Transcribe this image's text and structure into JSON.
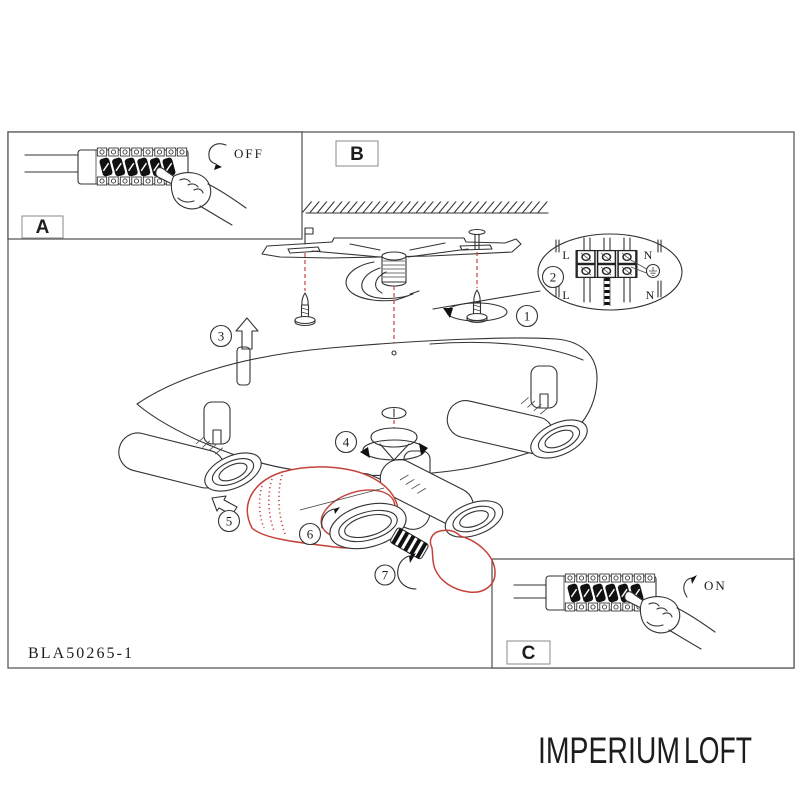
{
  "document": {
    "product_code": "BLA50265-1",
    "type": "ceiling-spotlight installation instructions"
  },
  "brand": {
    "name_primary": "IMPERIUM",
    "name_secondary": "LOFT",
    "primary_color": "#9a9a9c",
    "secondary_color": "#f1a3a7"
  },
  "panels": {
    "a": {
      "label": "A",
      "switch_state": "OFF"
    },
    "b": {
      "label": "B"
    },
    "c": {
      "label": "C",
      "switch_state": "ON"
    }
  },
  "steps": [
    "1",
    "2",
    "3",
    "4",
    "5",
    "6",
    "7"
  ],
  "wiring": {
    "live_label": "L",
    "neutral_label": "N",
    "earth_icon": "ground-symbol"
  },
  "colors": {
    "accent_red": "#c4423a",
    "ink": "#333333"
  }
}
